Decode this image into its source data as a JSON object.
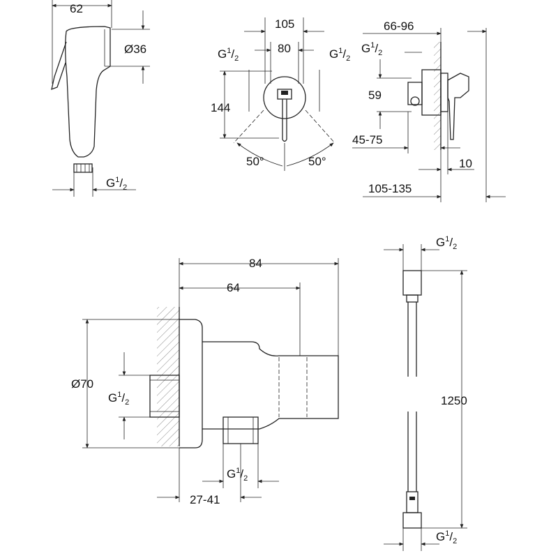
{
  "drawing": {
    "thread": {
      "letter": "G",
      "num": "1",
      "den": "2"
    },
    "hand_shower": {
      "width": "62",
      "diameter": "Ø36"
    },
    "front_view": {
      "spacing_outer": "105",
      "spacing_inner": "80",
      "height": "144",
      "angle_left": "50°",
      "angle_right": "50°"
    },
    "side_view": {
      "projection": "66-96",
      "height": "59",
      "depth": "45-75",
      "offset": "10",
      "total": "105-135"
    },
    "wall_bracket": {
      "length": "84",
      "length_inner": "64",
      "diameter": "Ø70",
      "wall_range": "27-41"
    },
    "hose": {
      "length": "1250"
    }
  }
}
